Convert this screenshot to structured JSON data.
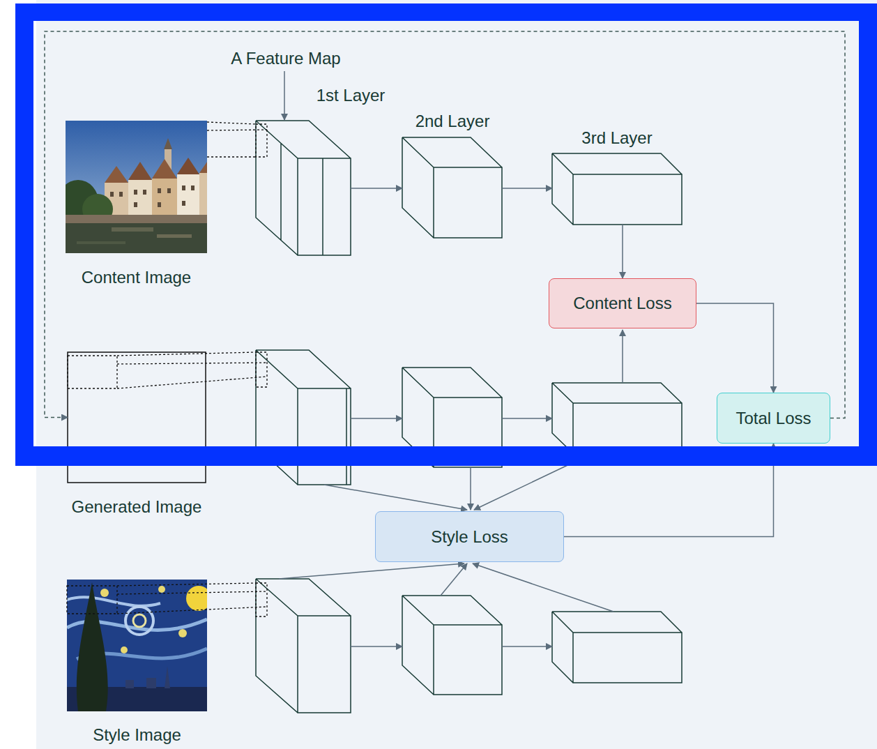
{
  "diagram": {
    "nodes": [
      {
        "text": [
          "Content Image"
        ]
      },
      {
        "text": [
          "1st Layer"
        ]
      },
      {
        "text": [
          "2nd Layer"
        ]
      },
      {
        "text": [
          "3rd Layer"
        ]
      },
      {
        "text": [
          "Content Loss"
        ]
      },
      {
        "text": [
          "Total Loss"
        ]
      },
      {
        "text": [
          "Generated Image"
        ]
      },
      {
        "text": [
          "Style Loss"
        ]
      },
      {
        "text": [
          "Style Image"
        ]
      }
    ],
    "edges": [
      {
        "from": 1,
        "to": 2,
        "arrow": "to"
      },
      {
        "from": 2,
        "to": 3,
        "arrow": "to"
      },
      {
        "from": 3,
        "to": 4,
        "arrow": "to"
      },
      {
        "from": 4,
        "to": 5,
        "arrow": "to"
      },
      {
        "from": 7,
        "to": 5,
        "arrow": "to"
      },
      {
        "from": 5,
        "to": 6,
        "arrow": "to"
      }
    ],
    "labels": [
      "A Feature Map"
    ]
  }
}
